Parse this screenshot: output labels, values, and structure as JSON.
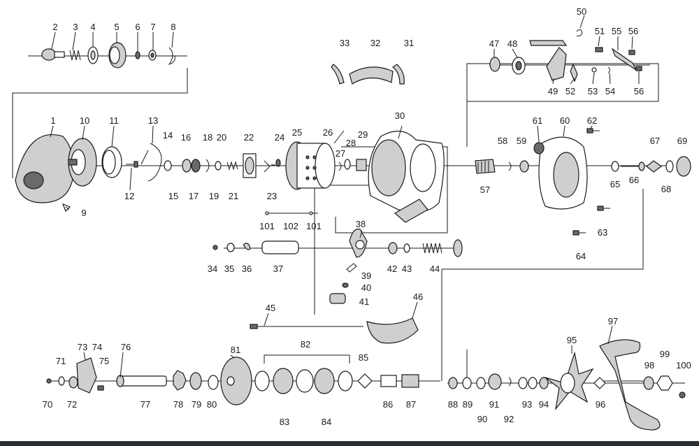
{
  "labels": {
    "p1": "1",
    "p2": "2",
    "p3": "3",
    "p4": "4",
    "p5": "5",
    "p6": "6",
    "p7": "7",
    "p8": "8",
    "p9": "9",
    "p10": "10",
    "p11": "11",
    "p12": "12",
    "p13": "13",
    "p14": "14",
    "p15": "15",
    "p16": "16",
    "p17": "17",
    "p18": "18",
    "p19": "19",
    "p20": "20",
    "p21": "21",
    "p22": "22",
    "p23": "23",
    "p24": "24",
    "p25": "25",
    "p26": "26",
    "p27": "27",
    "p28": "28",
    "p29": "29",
    "p30": "30",
    "p31": "31",
    "p32": "32",
    "p33": "33",
    "p34": "34",
    "p35": "35",
    "p36": "36",
    "p37": "37",
    "p38": "38",
    "p39": "39",
    "p40": "40",
    "p41": "41",
    "p42": "42",
    "p43": "43",
    "p44": "44",
    "p45": "45",
    "p46": "46",
    "p47": "47",
    "p48": "48",
    "p49": "49",
    "p50": "50",
    "p51": "51",
    "p52": "52",
    "p53": "53",
    "p54": "54",
    "p55": "55",
    "p56a": "56",
    "p56b": "56",
    "p57": "57",
    "p58": "58",
    "p59": "59",
    "p60": "60",
    "p61": "61",
    "p62": "62",
    "p63": "63",
    "p64": "64",
    "p65": "65",
    "p66": "66",
    "p67": "67",
    "p68": "68",
    "p69": "69",
    "p70": "70",
    "p71": "71",
    "p72": "72",
    "p73": "73",
    "p74": "74",
    "p75": "75",
    "p76": "76",
    "p77": "77",
    "p78": "78",
    "p79": "79",
    "p80": "80",
    "p81": "81",
    "p82": "82",
    "p83": "83",
    "p84": "84",
    "p85": "85",
    "p86": "86",
    "p87": "87",
    "p88": "88",
    "p89": "89",
    "p90": "90",
    "p91": "91",
    "p92": "92",
    "p93": "93",
    "p94": "94",
    "p95": "95",
    "p96": "96",
    "p97": "97",
    "p98": "98",
    "p99": "99",
    "p100": "100",
    "p101a": "101",
    "p101b": "101",
    "p102": "102"
  }
}
